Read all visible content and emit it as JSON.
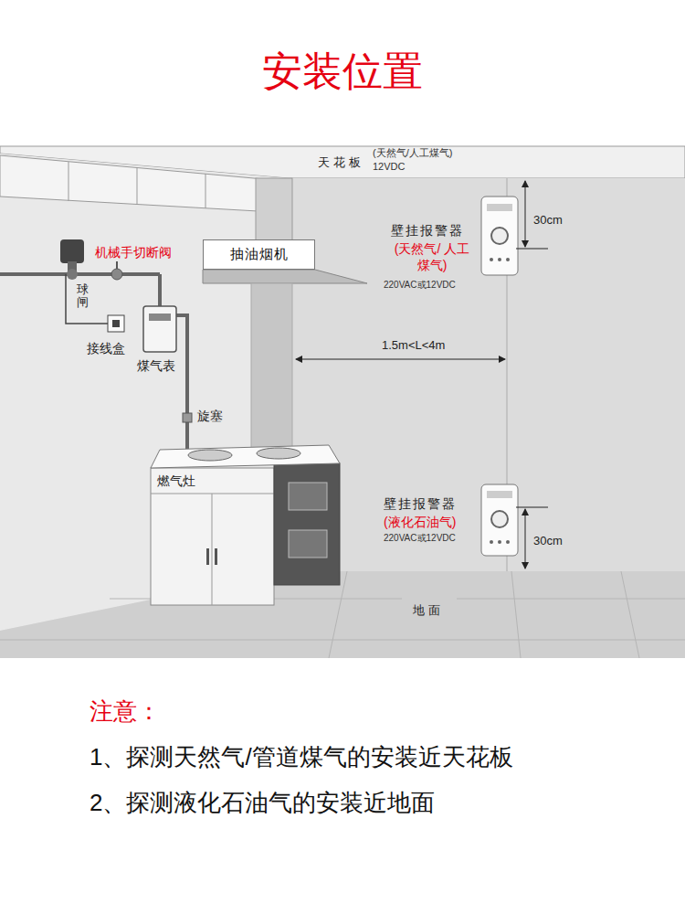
{
  "diagram": {
    "title": "安装位置",
    "nodes": [
      {
        "text": [
          "抽油烟机"
        ]
      }
    ],
    "labels": [
      "天花板",
      "(天然气/人工煤气)",
      "12VDC",
      "机械手切断阀",
      "球闸",
      "壁挂报警器",
      "(天然气/ 人工煤气)",
      "220VAC或12VDC",
      "30cm",
      "接线盒",
      "煤气表",
      "1.5m<L<4m",
      "旋塞",
      "燃气灶",
      "壁挂报警器",
      "(液化石油气)",
      "220VAC或12VDC",
      "30cm",
      "地面",
      "注意：",
      "1、探测天然气/管道煤气的安装近天花板",
      "2、探测液化石油气的安装近地面"
    ]
  }
}
